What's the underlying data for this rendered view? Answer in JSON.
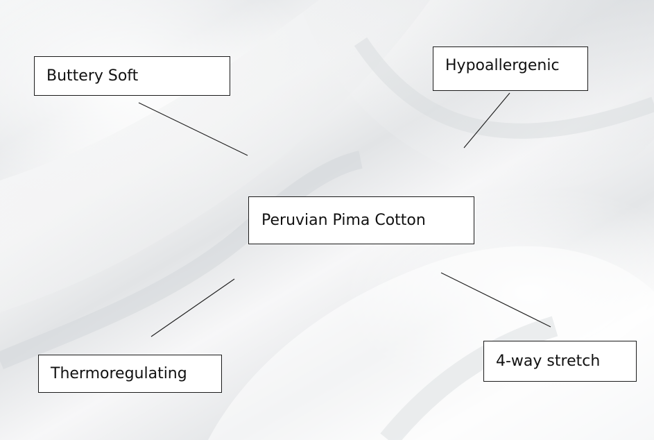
{
  "diagram": {
    "center": {
      "label": "Peruvian Pima Cotton"
    },
    "features": [
      {
        "label": "Buttery Soft"
      },
      {
        "label": "Hypoallergenic"
      },
      {
        "label": "Thermoregulating"
      },
      {
        "label": "4-way stretch"
      }
    ]
  },
  "colors": {
    "background": "#f2f3f4",
    "box_fill": "#ffffff",
    "box_border": "#1a1a1a",
    "line": "#222222",
    "text": "#111111"
  }
}
